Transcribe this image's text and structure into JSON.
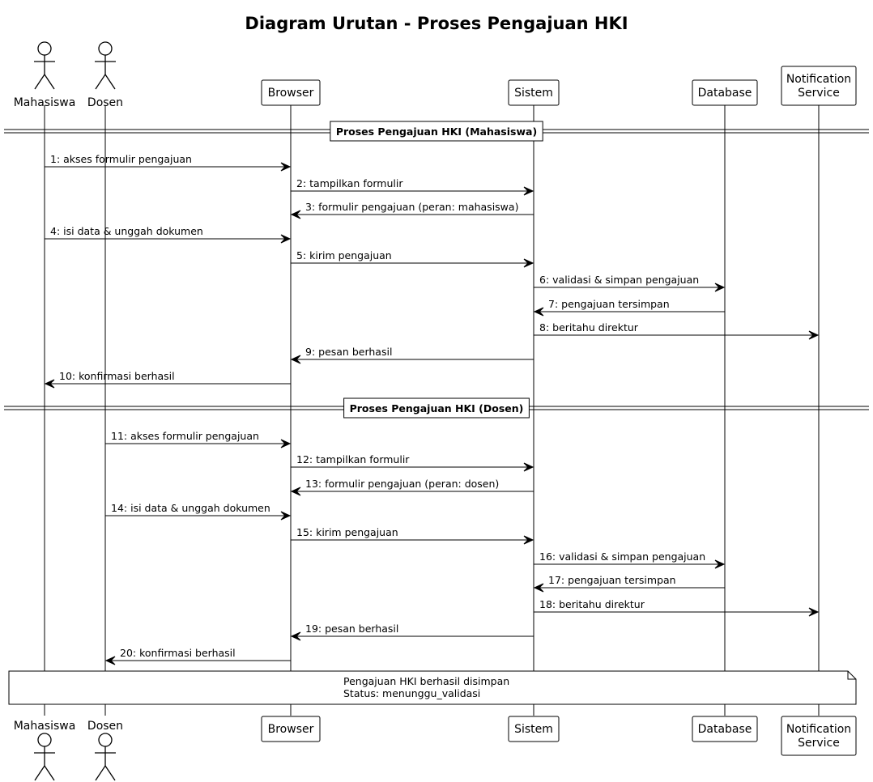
{
  "title": "Diagram Urutan - Proses Pengajuan HKI",
  "participants": [
    {
      "id": "mhs",
      "label": "Mahasiswa",
      "type": "actor"
    },
    {
      "id": "dsn",
      "label": "Dosen",
      "type": "actor"
    },
    {
      "id": "brw",
      "label": "Browser",
      "type": "participant"
    },
    {
      "id": "sys",
      "label": "Sistem",
      "type": "participant"
    },
    {
      "id": "db",
      "label": "Database",
      "type": "participant"
    },
    {
      "id": "ns",
      "label": "Notification Service",
      "label_lines": [
        "Notification",
        "Service"
      ],
      "type": "participant"
    }
  ],
  "groups": [
    {
      "label": "Proses Pengajuan HKI (Mahasiswa)"
    },
    {
      "label": "Proses Pengajuan HKI (Dosen)"
    }
  ],
  "messages": [
    {
      "from": "mhs",
      "to": "brw",
      "label": "1: akses formulir pengajuan"
    },
    {
      "from": "brw",
      "to": "sys",
      "label": "2: tampilkan formulir"
    },
    {
      "from": "sys",
      "to": "brw",
      "label": "3: formulir pengajuan (peran: mahasiswa)"
    },
    {
      "from": "mhs",
      "to": "brw",
      "label": "4: isi data & unggah dokumen"
    },
    {
      "from": "brw",
      "to": "sys",
      "label": "5: kirim pengajuan"
    },
    {
      "from": "sys",
      "to": "db",
      "label": "6: validasi & simpan pengajuan"
    },
    {
      "from": "db",
      "to": "sys",
      "label": "7: pengajuan tersimpan"
    },
    {
      "from": "sys",
      "to": "ns",
      "label": "8: beritahu direktur"
    },
    {
      "from": "sys",
      "to": "brw",
      "label": "9: pesan berhasil"
    },
    {
      "from": "brw",
      "to": "mhs",
      "label": "10: konfirmasi berhasil"
    },
    {
      "from": "dsn",
      "to": "brw",
      "label": "11: akses formulir pengajuan"
    },
    {
      "from": "brw",
      "to": "sys",
      "label": "12: tampilkan formulir"
    },
    {
      "from": "sys",
      "to": "brw",
      "label": "13: formulir pengajuan (peran: dosen)"
    },
    {
      "from": "dsn",
      "to": "brw",
      "label": "14: isi data & unggah dokumen"
    },
    {
      "from": "brw",
      "to": "sys",
      "label": "15: kirim pengajuan"
    },
    {
      "from": "sys",
      "to": "db",
      "label": "16: validasi & simpan pengajuan"
    },
    {
      "from": "db",
      "to": "sys",
      "label": "17: pengajuan tersimpan"
    },
    {
      "from": "sys",
      "to": "ns",
      "label": "18: beritahu direktur"
    },
    {
      "from": "sys",
      "to": "brw",
      "label": "19: pesan berhasil"
    },
    {
      "from": "brw",
      "to": "dsn",
      "label": "20: konfirmasi berhasil"
    }
  ],
  "note": {
    "lines": [
      "Pengajuan HKI berhasil disimpan",
      "Status: menunggu_validasi"
    ]
  }
}
